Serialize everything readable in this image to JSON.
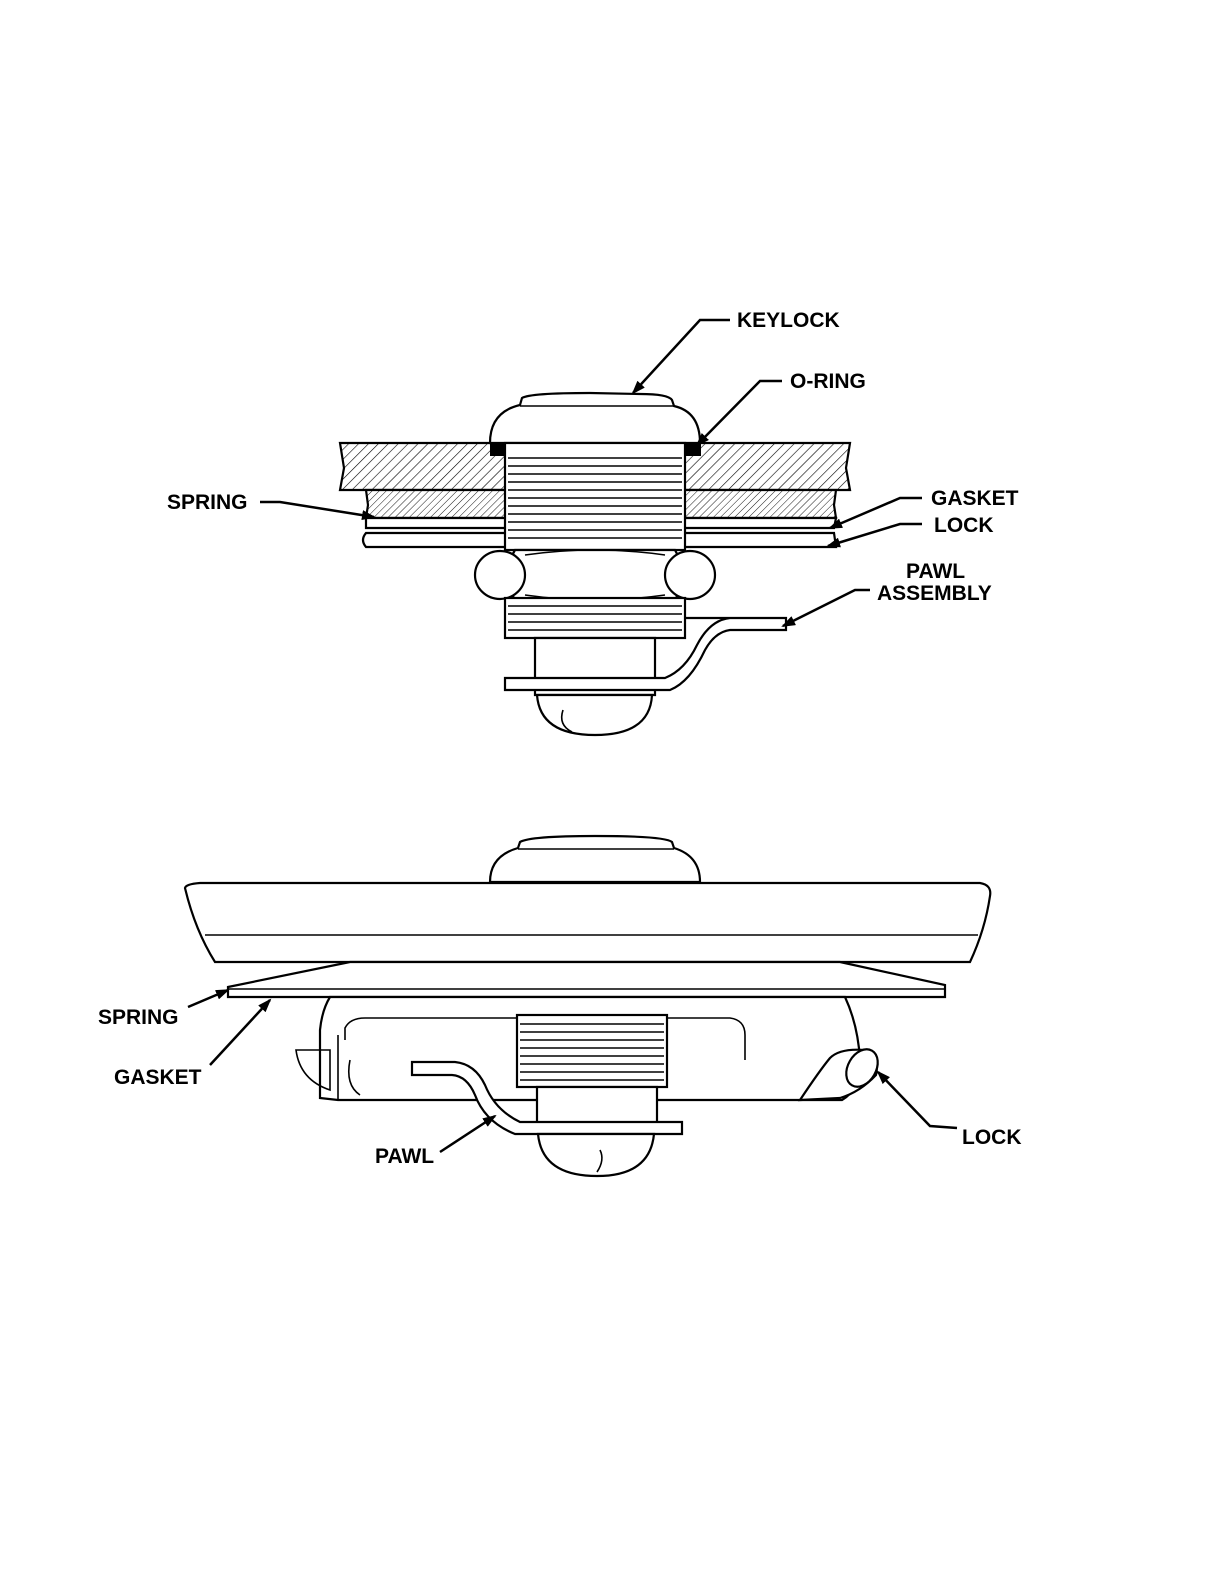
{
  "top_view": {
    "labels": {
      "keylock": "KEYLOCK",
      "o_ring": "O-RING",
      "spring": "SPRING",
      "gasket": "GASKET",
      "lock": "LOCK",
      "pawl_assembly_line1": "PAWL",
      "pawl_assembly_line2": "ASSEMBLY"
    }
  },
  "bottom_view": {
    "labels": {
      "spring": "SPRING",
      "gasket": "GASKET",
      "pawl": "PAWL",
      "lock": "LOCK"
    }
  }
}
